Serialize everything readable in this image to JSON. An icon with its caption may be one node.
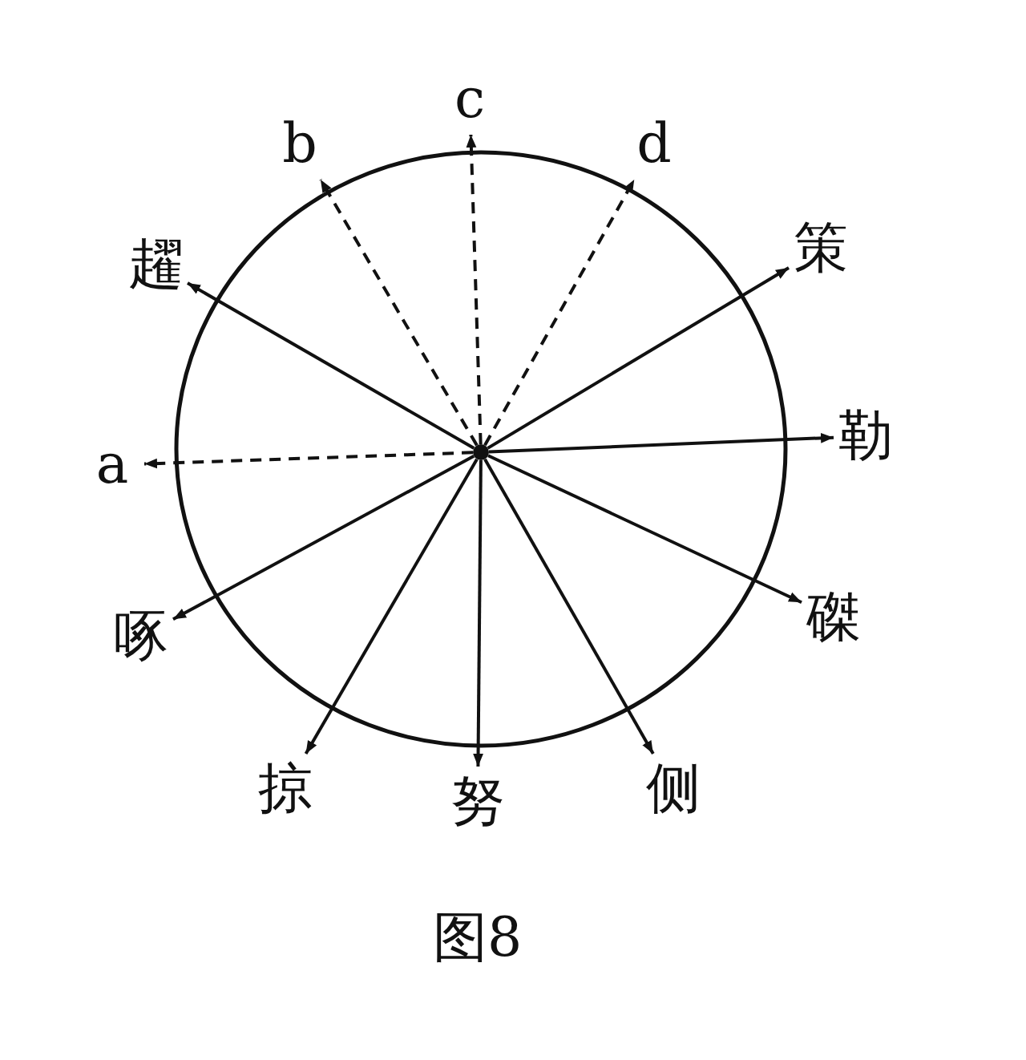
{
  "diagram": {
    "caption": "图8",
    "nodes": [
      {
        "text": [],
        "shape": "circle"
      },
      {
        "text": [
          "c"
        ]
      },
      {
        "text": [
          "b"
        ]
      },
      {
        "text": [
          "d"
        ]
      },
      {
        "text": [
          "趯"
        ]
      },
      {
        "text": [
          "策"
        ]
      },
      {
        "text": [
          "a"
        ]
      },
      {
        "text": [
          "勒"
        ]
      },
      {
        "text": [
          "啄"
        ]
      },
      {
        "text": [
          "磔"
        ]
      },
      {
        "text": [
          "掠"
        ]
      },
      {
        "text": [
          "努"
        ]
      },
      {
        "text": [
          "侧"
        ]
      }
    ],
    "edges": [
      {
        "from": 0,
        "to": 1,
        "arrow": "to",
        "style": "dashed"
      },
      {
        "from": 0,
        "to": 2,
        "arrow": "to",
        "style": "dashed"
      },
      {
        "from": 0,
        "to": 3,
        "arrow": "to",
        "style": "dashed"
      },
      {
        "from": 0,
        "to": 4,
        "arrow": "to"
      },
      {
        "from": 0,
        "to": 5,
        "arrow": "to"
      },
      {
        "from": 0,
        "to": 6,
        "arrow": "to",
        "style": "dashed"
      },
      {
        "from": 0,
        "to": 7,
        "arrow": "to"
      },
      {
        "from": 0,
        "to": 8,
        "arrow": "to"
      },
      {
        "from": 0,
        "to": 9,
        "arrow": "to"
      },
      {
        "from": 0,
        "to": 10,
        "arrow": "to"
      },
      {
        "from": 0,
        "to": 11,
        "arrow": "to"
      },
      {
        "from": 0,
        "to": 12,
        "arrow": "to"
      }
    ]
  }
}
